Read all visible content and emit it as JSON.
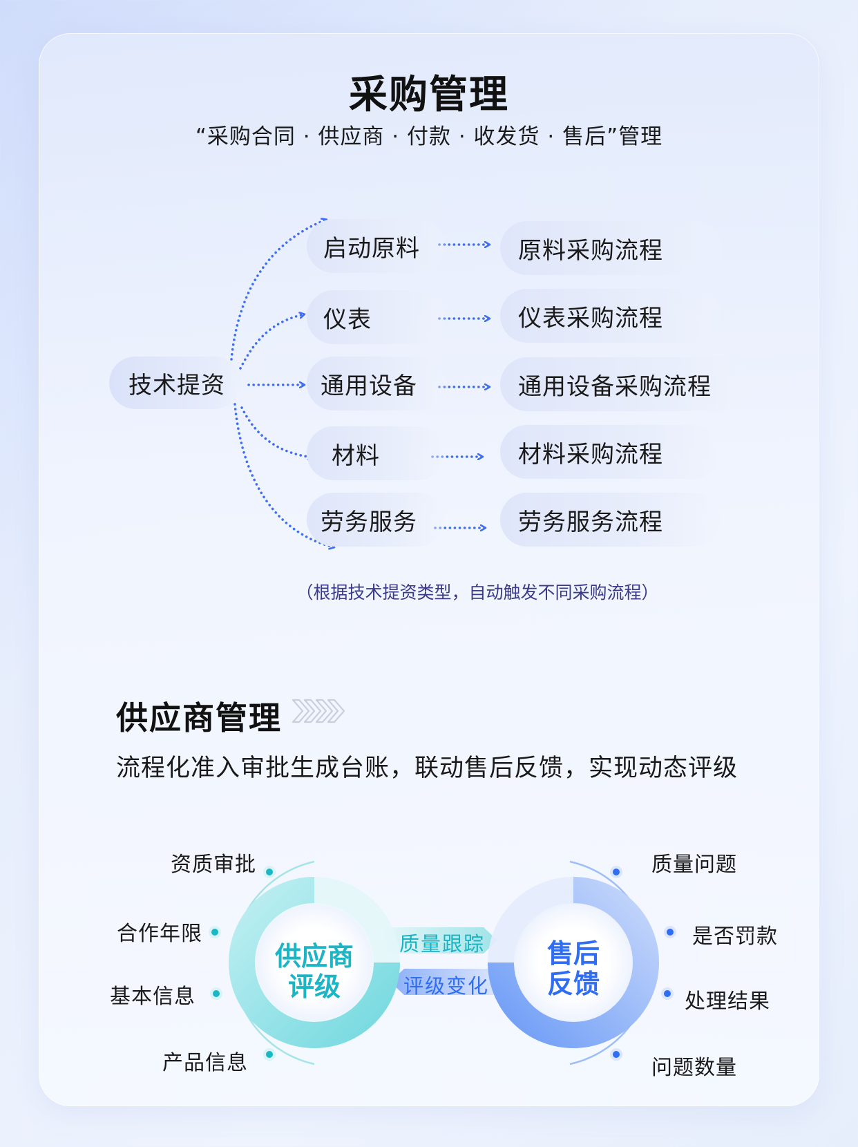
{
  "header": {
    "title": "采购管理",
    "subtitle": "“采购合同 · 供应商 · 付款 · 收发货 · 售后”管理"
  },
  "flow": {
    "source": "技术提资",
    "rows": [
      {
        "type": "启动原料",
        "process": "原料采购流程"
      },
      {
        "type": "仪表",
        "process": "仪表采购流程"
      },
      {
        "type": "通用设备",
        "process": "通用设备采购流程"
      },
      {
        "type": "材料",
        "process": "材料采购流程"
      },
      {
        "type": "劳务服务",
        "process": "劳务服务流程"
      }
    ],
    "note": "（根据技术提资类型，自动触发不同采购流程）"
  },
  "supplier": {
    "title": "供应商管理",
    "description": "流程化准入审批生成台账，联动售后反馈，实现动态评级",
    "rating_center": [
      "供应商",
      "评级"
    ],
    "rating_items": [
      "资质审批",
      "合作年限",
      "基本信息",
      "产品信息"
    ],
    "feedback_center": [
      "售后",
      "反馈"
    ],
    "feedback_items": [
      "质量问题",
      "是否罚款",
      "处理结果",
      "问题数量"
    ],
    "arrow_right_label": "质量跟踪",
    "arrow_left_label": "评级变化"
  },
  "colors": {
    "accent_blue": "#3f6ef0",
    "teal": "#19b8c4",
    "teal_text": "#1bb5c6",
    "blue_text": "#2f6df2",
    "note_text": "#3d3a8a"
  }
}
